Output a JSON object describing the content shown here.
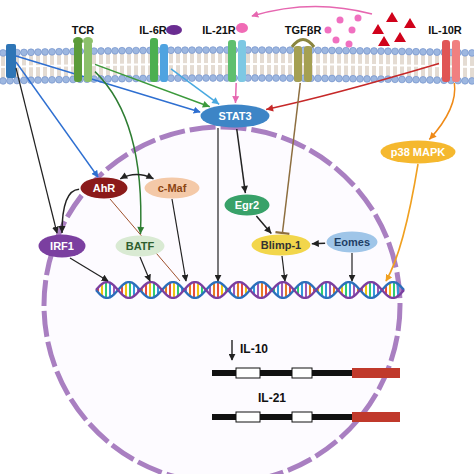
{
  "diagram": {
    "nodes": [
      {
        "text": [
          "TCR"
        ]
      },
      {
        "text": [
          "IL-6R"
        ]
      },
      {
        "text": [
          "IL-21R"
        ]
      },
      {
        "text": [
          "TGFβR"
        ]
      },
      {
        "text": [
          "IL-10R"
        ]
      },
      {
        "text": [
          "STAT3"
        ]
      },
      {
        "text": [
          "p38 MAPK"
        ]
      },
      {
        "text": [
          "AhR"
        ]
      },
      {
        "text": [
          "c-Maf"
        ]
      },
      {
        "text": [
          "IRF1"
        ]
      },
      {
        "text": [
          "BATF"
        ]
      },
      {
        "text": [
          "Egr2"
        ]
      },
      {
        "text": [
          "Blimp-1"
        ]
      },
      {
        "text": [
          "Eomes"
        ]
      }
    ],
    "edges": [
      {
        "from": 0,
        "to": 5,
        "arrow": "to"
      },
      {
        "from": 1,
        "to": 5,
        "arrow": "to"
      },
      {
        "from": 2,
        "to": 5,
        "arrow": "to"
      },
      {
        "from": 4,
        "to": 5,
        "arrow": "to"
      },
      {
        "from": 4,
        "to": 6,
        "arrow": "to"
      },
      {
        "from": 3,
        "to": 12,
        "arrow": "none"
      },
      {
        "from": 0,
        "to": 10,
        "arrow": "to"
      },
      {
        "from": 7,
        "to": 8,
        "arrow": "both"
      },
      {
        "from": 7,
        "to": 9,
        "arrow": "to"
      },
      {
        "from": 5,
        "to": 11,
        "arrow": "to"
      },
      {
        "from": 11,
        "to": 12,
        "arrow": "to"
      },
      {
        "from": 13,
        "to": 12,
        "arrow": "to"
      }
    ],
    "labels": [
      "IL-10",
      "IL-21"
    ]
  }
}
